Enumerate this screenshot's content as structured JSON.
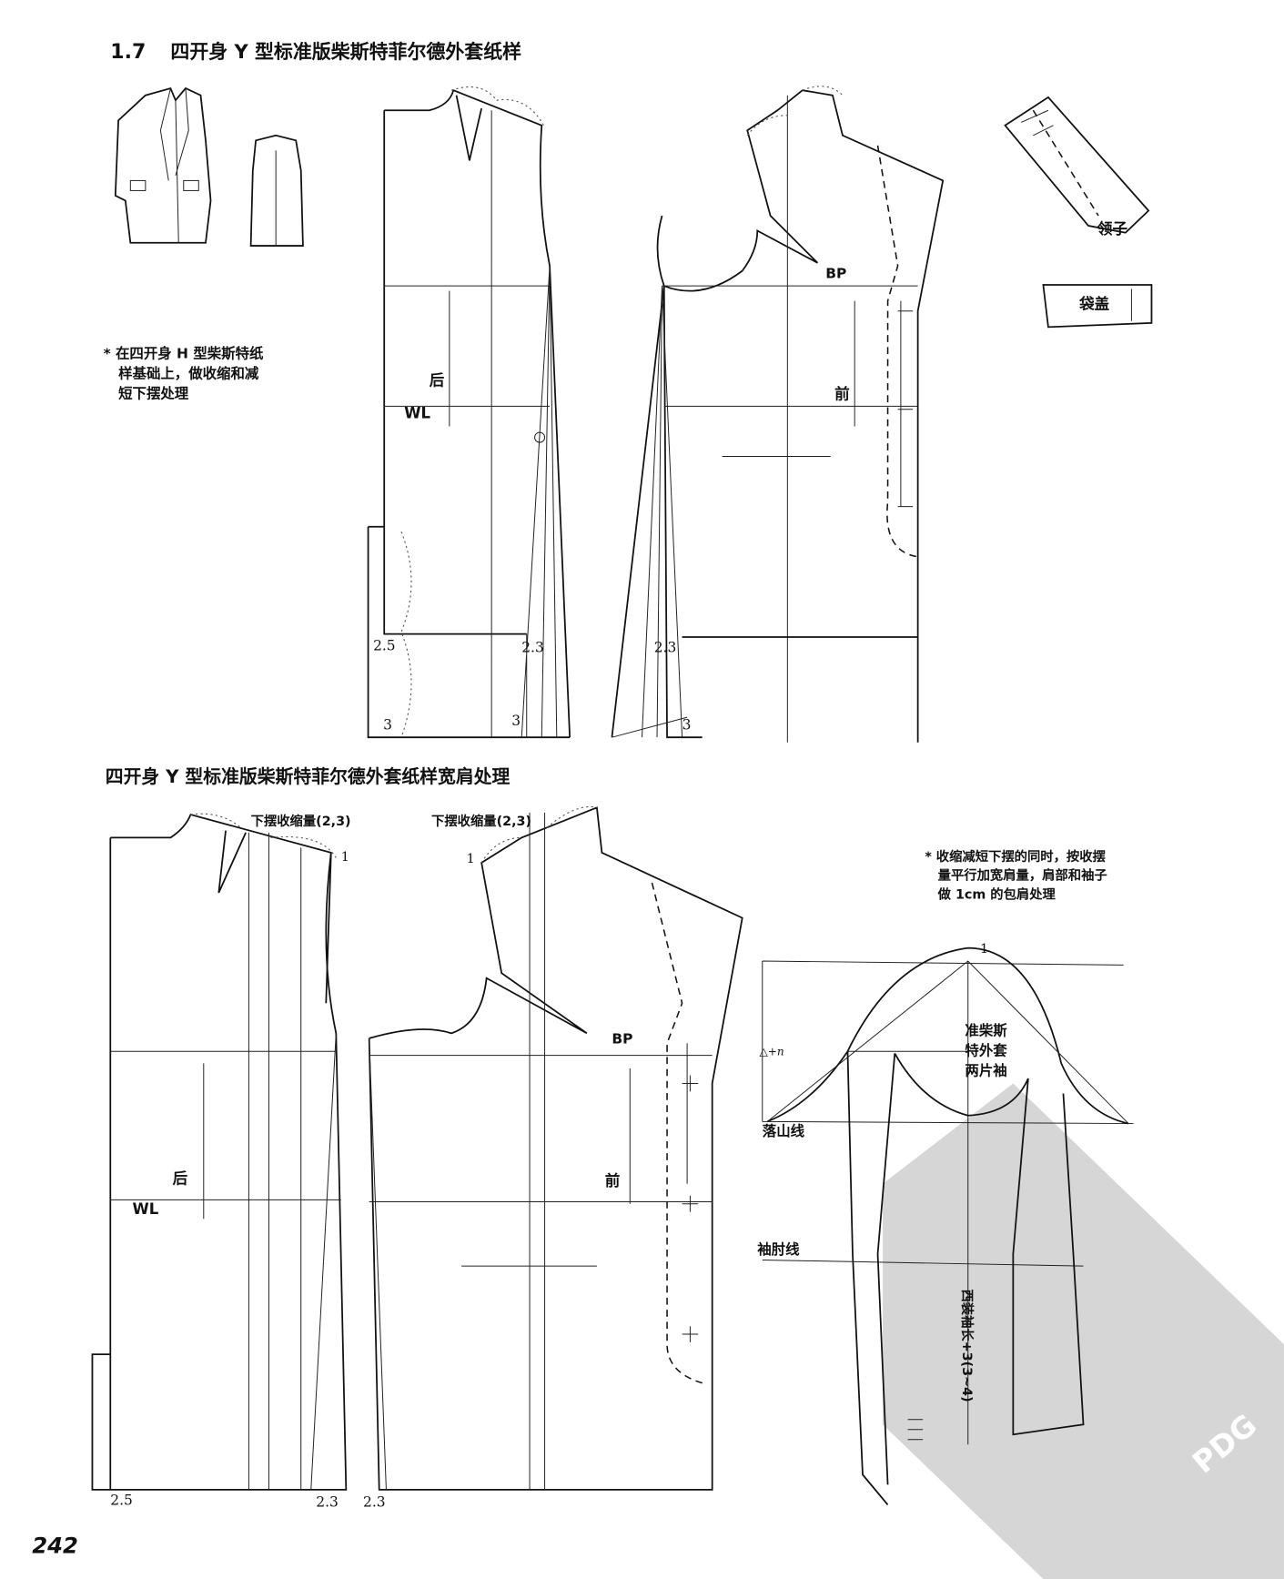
{
  "header": {
    "section_number": "1.7",
    "title": "四开身 Y 型标准版柴斯特菲尔德外套纸样"
  },
  "top_note": {
    "lines": [
      "* 在四开身 H 型柴斯特纸",
      "样基础上，做收缩和减",
      "短下摆处理"
    ]
  },
  "top_diagram": {
    "collar_label": "领子",
    "pocket_flap_label": "袋盖",
    "bp_label": "BP",
    "back_label": "后",
    "front_label": "前",
    "waistline_label": "WL",
    "dims": {
      "back_hem": "2.5",
      "back_side": "2.3",
      "front_side": "2.3",
      "hem_back": "3",
      "hem_side": "3",
      "hem_front": "3"
    }
  },
  "subtitle": "四开身 Y 型标准版柴斯特菲尔德外套纸样宽肩处理",
  "bottom_diagram": {
    "hem_reduction_back": "下摆收缩量(2,3)",
    "hem_reduction_front": "下摆收缩量(2,3)",
    "shoulder_back": "1",
    "shoulder_front": "1",
    "bp_label": "BP",
    "back_label": "后",
    "front_label": "前",
    "waistline_label": "WL",
    "dims": {
      "back_hem": "2.5",
      "back_side": "2.3",
      "front_side": "2.3"
    }
  },
  "bottom_note": {
    "lines": [
      "* 收缩减短下摆的同时，按收摆",
      "量平行加宽肩量，肩部和袖子",
      "做 1cm 的包肩处理"
    ]
  },
  "sleeve": {
    "cap_ease": "1",
    "cap_height": "△+n",
    "title_lines": [
      "准柴斯",
      "特外套",
      "两片袖"
    ],
    "cap_line": "落山线",
    "elbow_line": "袖肘线",
    "length_label": "西装袖长+3(3~4)"
  },
  "watermark": "PDG",
  "page_number": "242"
}
